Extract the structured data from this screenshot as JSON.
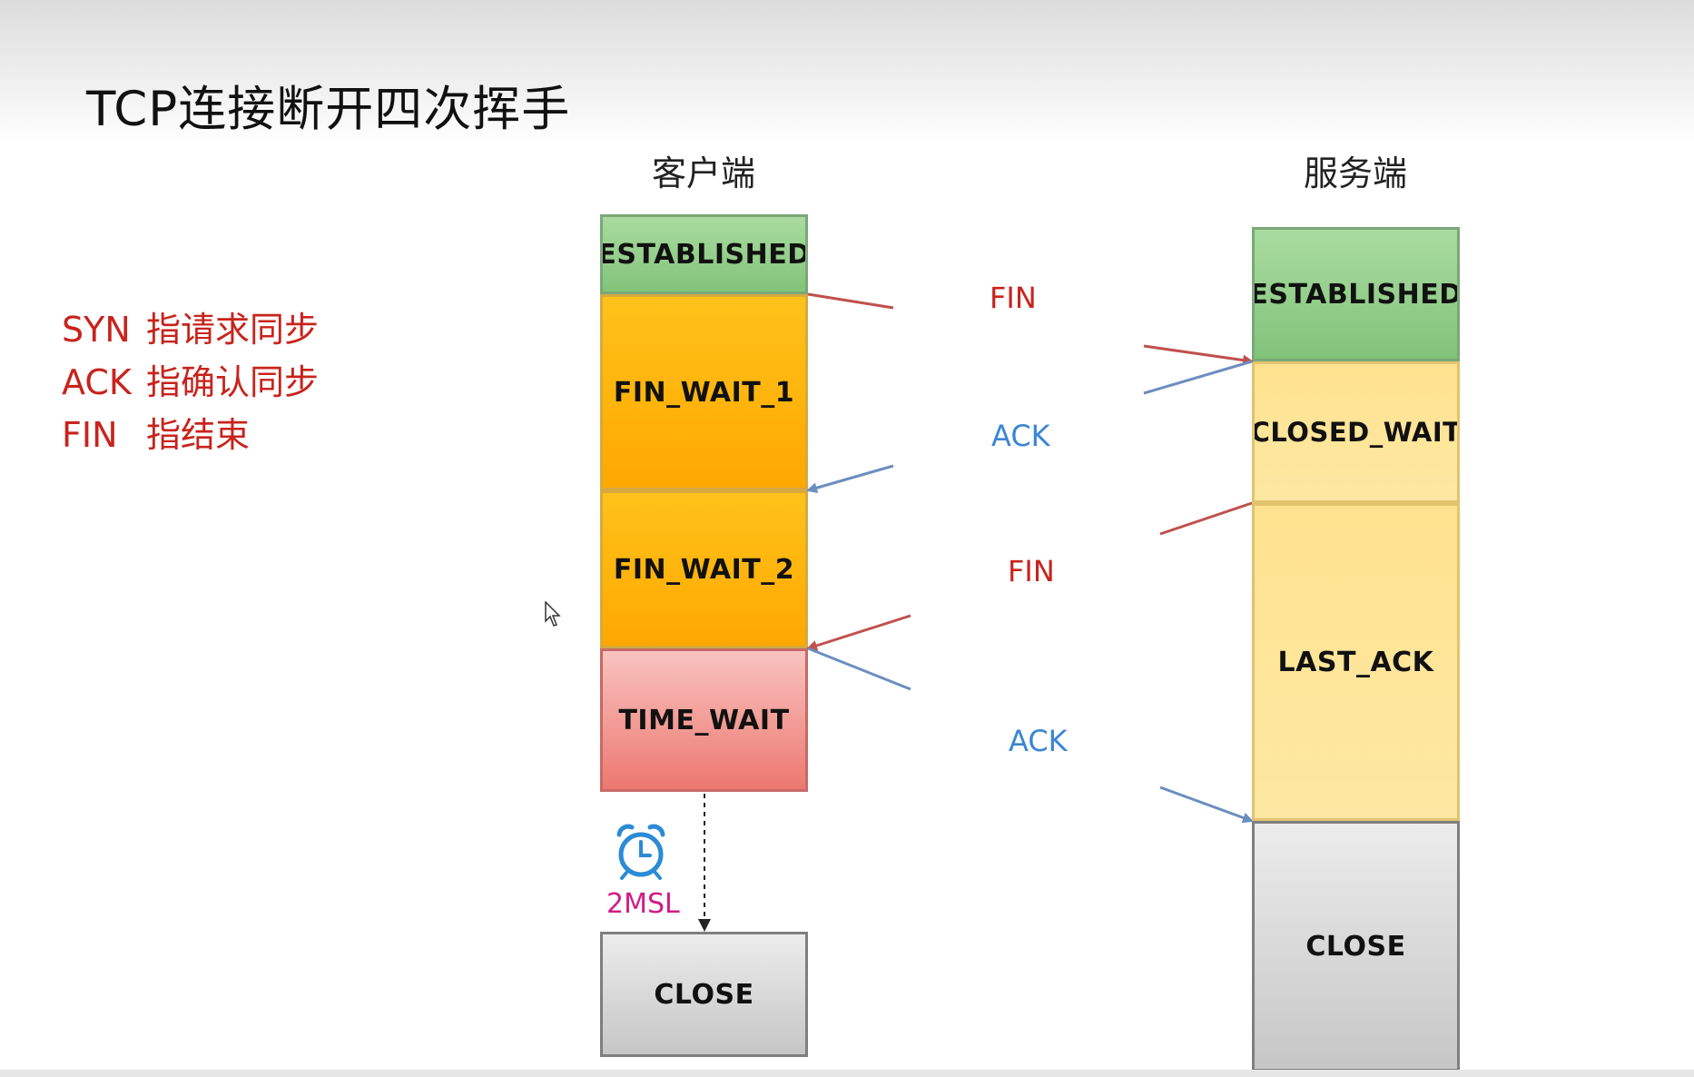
{
  "title": "TCP连接断开四次挥手",
  "client_label": "客户端",
  "server_label": "服务端",
  "legend": [
    {
      "abbr": "SYN",
      "desc": "指请求同步"
    },
    {
      "abbr": "ACK",
      "desc": "指确认同步"
    },
    {
      "abbr": "FIN",
      "desc": "指结束"
    }
  ],
  "client_states": [
    "ESTABLISHED",
    "FIN_WAIT_1",
    "FIN_WAIT_2",
    "TIME_WAIT",
    "CLOSE"
  ],
  "server_states": [
    "ESTABLISHED",
    "CLOSED_WAIT",
    "LAST_ACK",
    "CLOSE"
  ],
  "messages": [
    "FIN",
    "ACK",
    "FIN",
    "ACK"
  ],
  "timer_label": "2MSL",
  "colors": {
    "fin": "#c8231c",
    "ack": "#3a86d4",
    "established": "#82c47a",
    "fin_wait": "#ffa800",
    "time_wait": "#ec7870",
    "close": "#c6c6c6",
    "server_wait": "#fde8a3",
    "timer": "#d11b86"
  },
  "icons": {
    "timer": "alarm-clock-icon",
    "cursor": "mouse-pointer-icon"
  }
}
